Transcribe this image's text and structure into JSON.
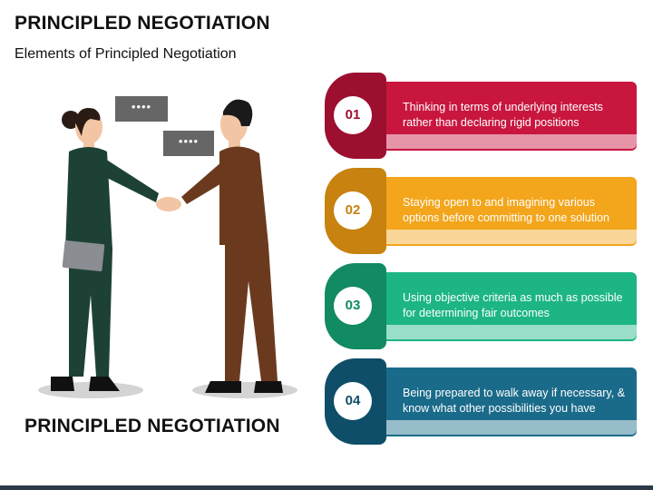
{
  "title": "PRINCIPLED NEGOTIATION",
  "subtitle": "Elements of Principled Negotiation",
  "bottom_label": "PRINCIPLED NEGOTIATION",
  "bubble_text": "••••",
  "steps": [
    {
      "number": "01",
      "text": "Thinking in terms of underlying interests rather than declaring rigid positions",
      "color": "#c8163f",
      "dark": "#9c0f2f"
    },
    {
      "number": "02",
      "text": "Staying open to and imagining various options before committing to one solution",
      "color": "#f3a51b",
      "dark": "#c78210"
    },
    {
      "number": "03",
      "text": "Using objective criteria as much as possible for determining fair outcomes",
      "color": "#1db585",
      "dark": "#128a63"
    },
    {
      "number": "04",
      "text": "Being prepared to walk away if necessary, & know what other possibilities you have",
      "color": "#1a6b8a",
      "dark": "#0f4e68"
    }
  ],
  "icons": {
    "handshake": "handshake-people-illustration"
  }
}
